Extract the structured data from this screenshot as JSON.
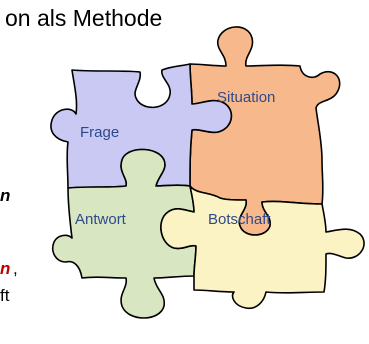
{
  "title": "on als Methode",
  "fragments": {
    "line1": "n",
    "line2_red": "n",
    "line2_comma": ",",
    "line3": "ft"
  },
  "puzzle": {
    "pieces": [
      {
        "label": "Frage",
        "color": "#c9c9f3"
      },
      {
        "label": "Situation",
        "color": "#f7b98b"
      },
      {
        "label": "Antwort",
        "color": "#d8e6c2"
      },
      {
        "label": "Botschaft",
        "color": "#fbf3c4"
      }
    ],
    "outline_color": "#000000"
  }
}
